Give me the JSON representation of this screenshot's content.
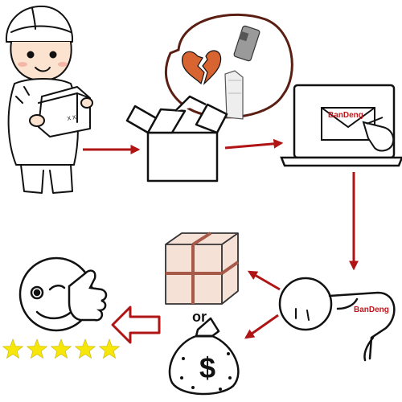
{
  "colors": {
    "arrow": "#b01414",
    "ink": "#111111",
    "skin": "#fbe3cf",
    "parcel": "#f6e1d6",
    "parcel_tape": "#a85a4a",
    "star": "#f6e60a",
    "brand": "#c0161b",
    "heart": "#d86432",
    "bubble_ring": "#5a1f12"
  },
  "steps": [
    {
      "id": "courier",
      "icon": "delivery-man-with-parcel"
    },
    {
      "id": "open-box",
      "icon": "open-cardboard-box"
    },
    {
      "id": "thought-bubble",
      "icon": "broken-heart-and-damaged-item"
    },
    {
      "id": "laptop",
      "icon": "laptop-email"
    },
    {
      "id": "bowing-person",
      "icon": "apologizing-person"
    },
    {
      "id": "replacement-parcel",
      "icon": "wrapped-parcel"
    },
    {
      "id": "refund",
      "icon": "money-bag"
    },
    {
      "id": "happy-customer",
      "icon": "winking-face-thumbs-up"
    }
  ],
  "labels": {
    "email_brand": "BanDeng",
    "shirt_brand": "BanDeng",
    "or_word": "or",
    "money_symbol": "$",
    "box_marks": "X X"
  },
  "rating": {
    "value": 5,
    "max": 5,
    "icon": "star-icon"
  }
}
